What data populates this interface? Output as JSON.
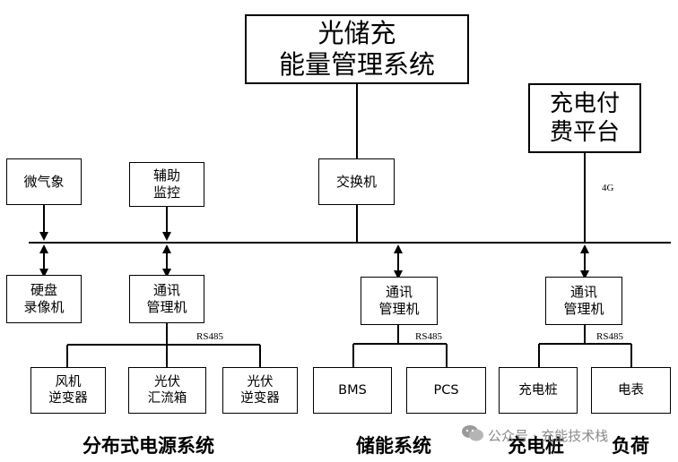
{
  "top": {
    "line1": "光储充",
    "line2": "能量管理系统"
  },
  "payment": {
    "line1": "充电付",
    "line2": "费平台"
  },
  "switch": "交换机",
  "weather": "微气象",
  "aux": {
    "line1": "辅助",
    "line2": "监控"
  },
  "label_4g": "4G",
  "nvr": {
    "line1": "硬盘",
    "line2": "录像机"
  },
  "comm_mgr": {
    "line1": "通讯",
    "line2": "管理机"
  },
  "rs485": "RS485",
  "devices": {
    "wind": {
      "line1": "风机",
      "line2": "逆变器"
    },
    "combiner": {
      "line1": "光伏",
      "line2": "汇流箱"
    },
    "pv_inverter": {
      "line1": "光伏",
      "line2": "逆变器"
    },
    "bms": "BMS",
    "pcs": "PCS",
    "charger": "充电桩",
    "meter": "电表"
  },
  "groups": {
    "distributed": "分布式电源系统",
    "storage": "储能系统",
    "charging": "充电桩",
    "load": "负荷"
  },
  "watermark": "公众号 · 充能技术栈"
}
